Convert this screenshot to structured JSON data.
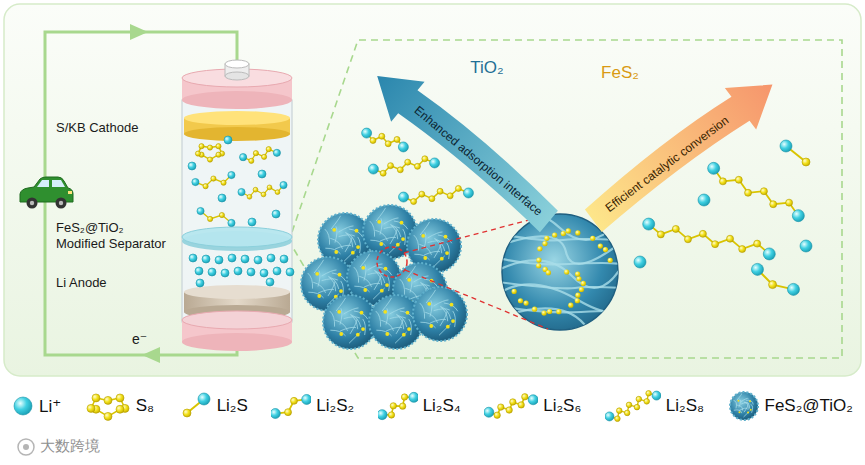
{
  "diagram": {
    "nodes": [
      {
        "text": [
          "TiO₂",
          "Enhanced adsorption interface"
        ]
      },
      {
        "text": [
          "FeS₂",
          "Efficient catalytic conversion"
        ]
      }
    ],
    "labels": [
      "S/KB Cathode",
      "FeS₂@TiO₂ Modified Separator",
      "Li Anode",
      "e⁻",
      "大数跨境"
    ],
    "legend": [
      {
        "text": "Li⁺"
      },
      {
        "text": "S₈"
      },
      {
        "text": "Li₂S"
      },
      {
        "text": "Li₂S₂"
      },
      {
        "text": "Li₂S₄"
      },
      {
        "text": "Li₂S₆"
      },
      {
        "text": "Li₂S₈"
      },
      {
        "text": "FeS₂@TiO₂"
      }
    ]
  }
}
